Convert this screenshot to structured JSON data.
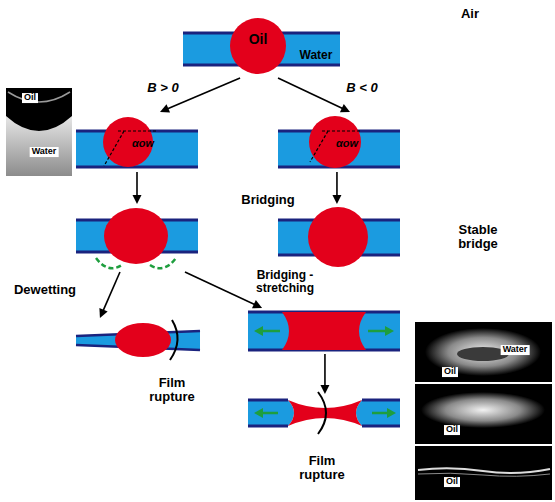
{
  "diagram": {
    "nodes": [
      {
        "text": [
          "Oil",
          "Water"
        ]
      },
      {
        "text": [
          "Oil",
          "Water"
        ]
      },
      {
        "text": [
          "αow"
        ]
      },
      {
        "text": [
          "αow"
        ]
      },
      {
        "text": []
      },
      {
        "text": [
          "Stable bridge"
        ]
      },
      {
        "text": [
          "Film rupture"
        ]
      },
      {
        "text": []
      },
      {
        "text": [
          "Film rupture"
        ]
      },
      {
        "text": [
          "Water",
          "Oil"
        ]
      },
      {
        "text": [
          "Oil"
        ]
      },
      {
        "text": [
          "Oil"
        ]
      }
    ],
    "edges": [
      {
        "from": 0,
        "to": 2,
        "arrow": "to",
        "label": "B > 0"
      },
      {
        "from": 0,
        "to": 3,
        "arrow": "to",
        "label": "B < 0"
      },
      {
        "from": 2,
        "to": 4,
        "arrow": "to"
      },
      {
        "from": 3,
        "to": 5,
        "arrow": "to"
      },
      {
        "from": 4,
        "to": 6,
        "arrow": "to",
        "label": "Dewetting"
      },
      {
        "from": 4,
        "to": 7,
        "arrow": "to",
        "label": "Bridging - stretching"
      },
      {
        "from": 7,
        "to": 8,
        "arrow": "to"
      }
    ],
    "labels": [
      "Air",
      "Bridging"
    ]
  }
}
